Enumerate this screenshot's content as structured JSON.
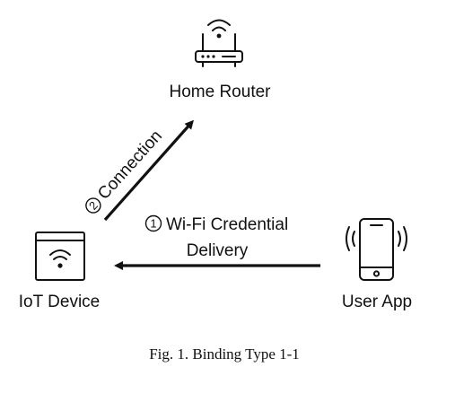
{
  "nodes": {
    "router": {
      "label": "Home Router",
      "icon": "router-icon"
    },
    "iot": {
      "label": "IoT Device",
      "icon": "iot-device-icon"
    },
    "app": {
      "label": "User App",
      "icon": "smartphone-icon"
    }
  },
  "edges": {
    "connection": {
      "number": "2",
      "label": "Connection"
    },
    "delivery": {
      "number": "1",
      "label_line1": "Wi-Fi Credential",
      "label_line2": "Delivery"
    }
  },
  "caption": "Fig. 1. Binding Type 1-1"
}
